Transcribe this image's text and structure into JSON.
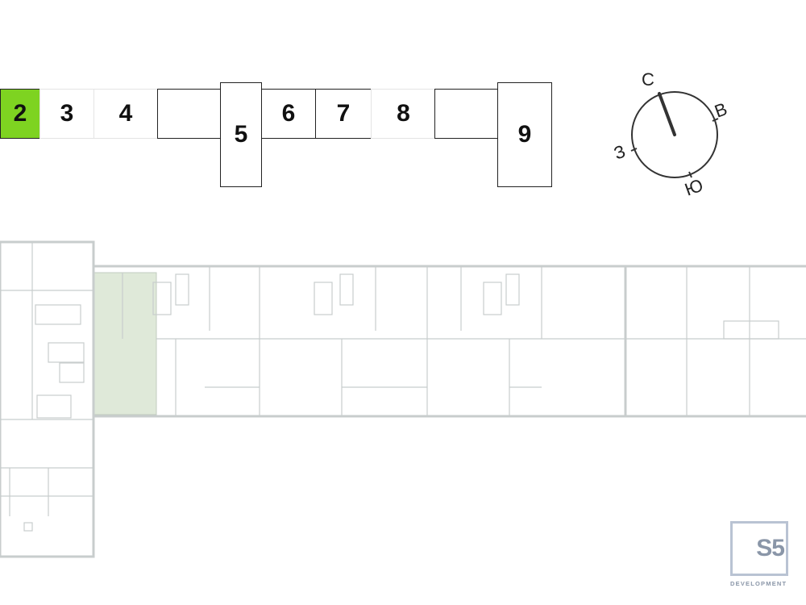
{
  "sections": [
    {
      "id": "s2",
      "label": "2",
      "active": true
    },
    {
      "id": "s3",
      "label": "3",
      "active": false
    },
    {
      "id": "s4",
      "label": "4",
      "active": false
    },
    {
      "id": "s4b",
      "label": "",
      "active": false
    },
    {
      "id": "s5",
      "label": "5",
      "active": false
    },
    {
      "id": "s6",
      "label": "6",
      "active": false
    },
    {
      "id": "s7",
      "label": "7",
      "active": false
    },
    {
      "id": "s8",
      "label": "8",
      "active": false
    },
    {
      "id": "s8b",
      "label": "",
      "active": false
    },
    {
      "id": "s9",
      "label": "9",
      "active": false
    }
  ],
  "compass": {
    "north": "С",
    "east": "В",
    "south": "Ю",
    "west": "З"
  },
  "logo": {
    "mark": "S5",
    "subtitle": "DEVELOPMENT"
  },
  "colors": {
    "active_section": "#7ed321",
    "highlight_room": "#dfe9d9",
    "walls": "#c8cdcd"
  }
}
